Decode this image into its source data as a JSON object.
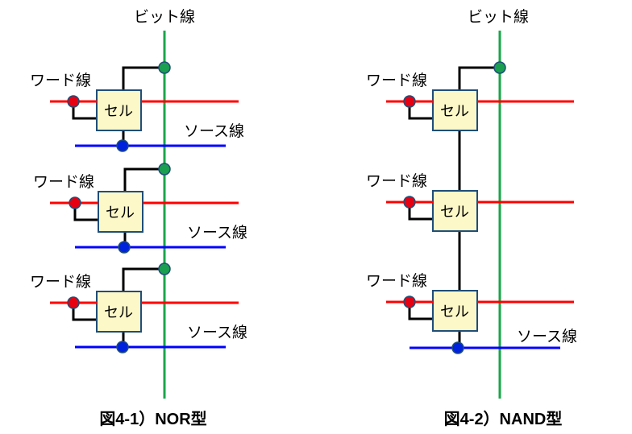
{
  "labels": {
    "bit_line": "ビット線",
    "word_line": "ワード線",
    "source_line": "ソース線",
    "cell": "セル"
  },
  "diagrams": [
    {
      "id": "nor",
      "caption": "図4-1）NOR型",
      "cells": 3
    },
    {
      "id": "nand",
      "caption": "図4-2）NAND型",
      "cells": 3
    }
  ],
  "colors": {
    "bit_line": "#1aa64a",
    "bit_dot": "#1a9e50",
    "word_line": "#ff0000",
    "word_dot": "#e60012",
    "source_line": "#0000ff",
    "source_dot": "#0022dd",
    "cell_fill": "#fcf8c8",
    "cell_border": "#1f4e79",
    "dot_border": "#1f4e79",
    "wire": "#000000"
  }
}
